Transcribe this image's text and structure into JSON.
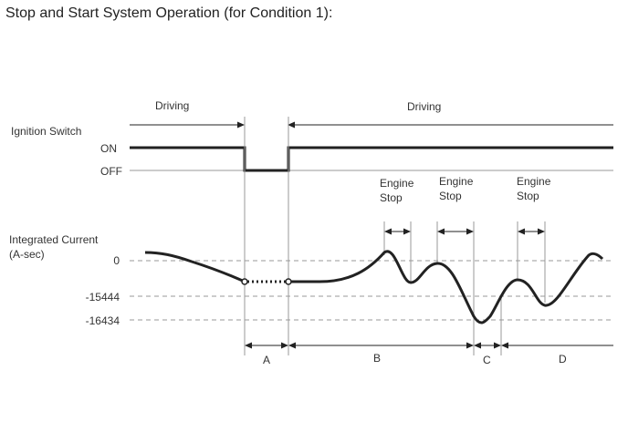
{
  "title": "Stop and Start System Operation (for Condition 1):",
  "labels": {
    "driving_left": "Driving",
    "driving_right": "Driving",
    "ignition_switch": "Ignition Switch",
    "on": "ON",
    "off": "OFF",
    "integrated_current_1": "Integrated Current",
    "integrated_current_2": "(A-sec)",
    "engine_stop_1": "Engine",
    "engine_stop_2": "Stop",
    "y_zero": "0",
    "y_mid": "-15444",
    "y_low": "-16434"
  },
  "phases": [
    "A",
    "B",
    "C",
    "D"
  ]
}
